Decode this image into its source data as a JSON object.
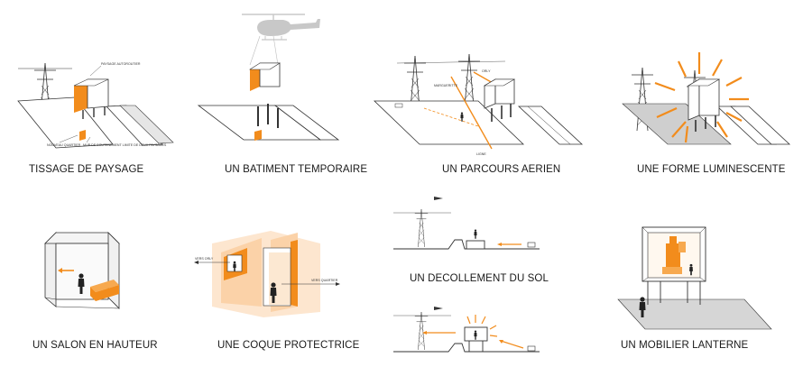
{
  "colors": {
    "accent": "#f28c1c",
    "line": "#333333",
    "ground": "#cfcfcf",
    "helicopter": "#c8c8c8"
  },
  "panels": [
    {
      "caption": "TISSAGE DE PAYSAGE",
      "labels": {
        "top": "PAYSAGE AUTOROUTIER",
        "left": "NOUVEAU QUARTIER",
        "right": "MUR DE SOUTENEMENT LIMITE DE DEUX PAYSAGES"
      }
    },
    {
      "caption": "UN BATIMENT TEMPORAIRE"
    },
    {
      "caption": "UN PARCOURS AERIEN",
      "labels": {
        "orly": "ORLY",
        "marguerite": "MARGUERITTE",
        "ligne": "LIGNE"
      }
    },
    {
      "caption": "UNE FORME LUMINESCENTE"
    },
    {
      "caption": "UN SALON EN HAUTEUR"
    },
    {
      "caption": "UNE COQUE PROTECTRICE",
      "labels": {
        "left": "VERS ORLY",
        "right": "VERS QUARTIER"
      }
    },
    {
      "caption": "UN DECOLLEMENT DU SOL"
    },
    {
      "caption": "UN MOBILIER LANTERNE"
    }
  ]
}
